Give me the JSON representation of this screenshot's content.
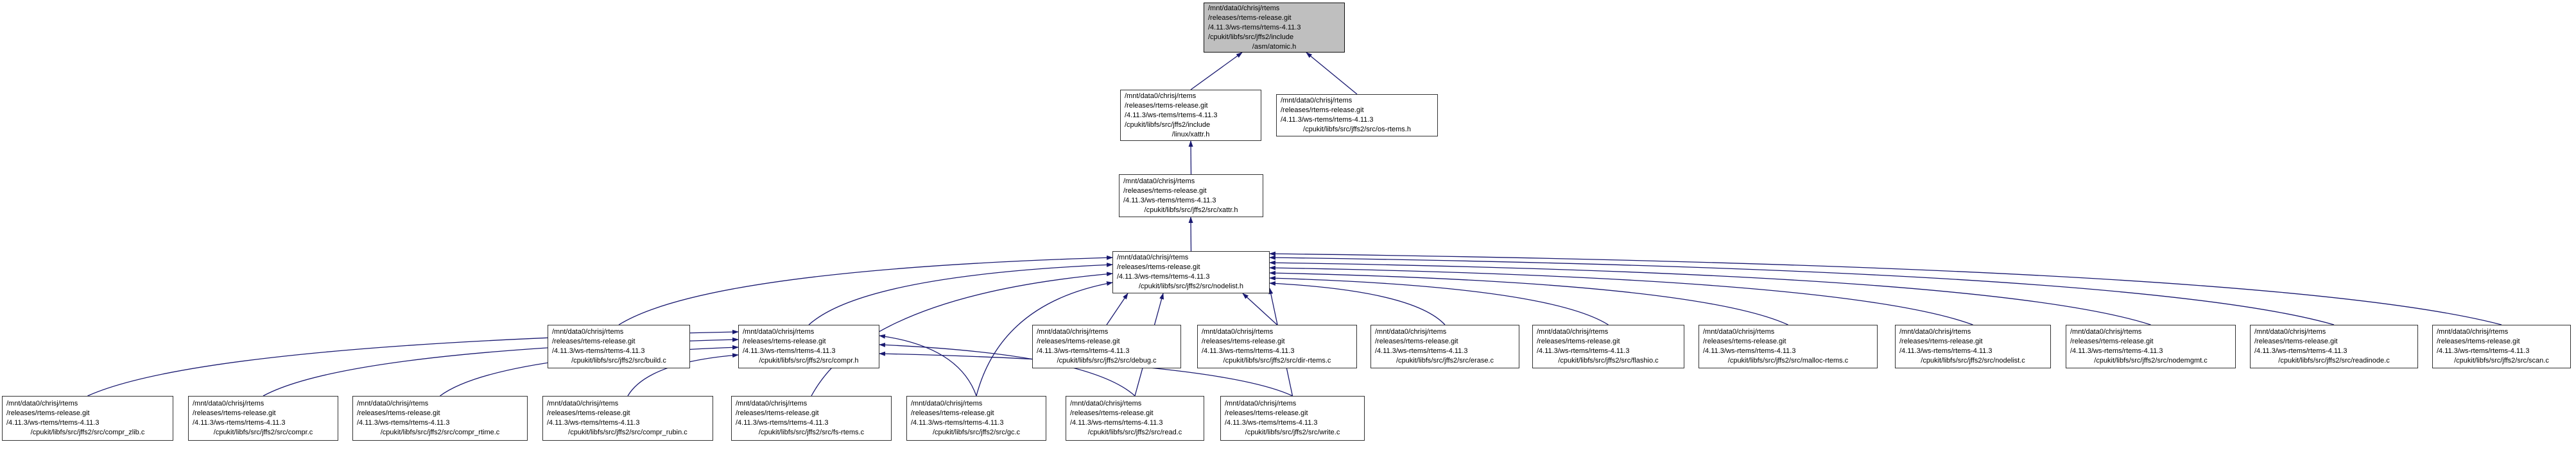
{
  "figure": {
    "kind": "include-dependency-graph",
    "root_file": "/asm/atomic.h"
  },
  "colors": {
    "background": "#ffffff",
    "edge": "#191970",
    "node_fill": "#ffffff",
    "node_border": "#333333",
    "highlight_fill": "#bfbfbf",
    "text": "#000000"
  },
  "graph": {
    "nodes": [
      {
        "id": "atomic_h",
        "highlighted": true,
        "lines": [
          "/mnt/data0/chrisj/rtems",
          "/releases/rtems-release.git",
          "/4.11.3/ws-rtems/rtems-4.11.3",
          "/cpukit/libfs/src/jffs2/include",
          "/asm/atomic.h"
        ]
      },
      {
        "id": "linux_xattr_h",
        "highlighted": false,
        "lines": [
          "/mnt/data0/chrisj/rtems",
          "/releases/rtems-release.git",
          "/4.11.3/ws-rtems/rtems-4.11.3",
          "/cpukit/libfs/src/jffs2/include",
          "/linux/xattr.h"
        ]
      },
      {
        "id": "os_rtems_h",
        "highlighted": false,
        "lines": [
          "/mnt/data0/chrisj/rtems",
          "/releases/rtems-release.git",
          "/4.11.3/ws-rtems/rtems-4.11.3",
          "/cpukit/libfs/src/jffs2/src/os-rtems.h"
        ]
      },
      {
        "id": "src_xattr_h",
        "highlighted": false,
        "lines": [
          "/mnt/data0/chrisj/rtems",
          "/releases/rtems-release.git",
          "/4.11.3/ws-rtems/rtems-4.11.3",
          "/cpukit/libfs/src/jffs2/src/xattr.h"
        ]
      },
      {
        "id": "nodelist_h",
        "highlighted": false,
        "lines": [
          "/mnt/data0/chrisj/rtems",
          "/releases/rtems-release.git",
          "/4.11.3/ws-rtems/rtems-4.11.3",
          "/cpukit/libfs/src/jffs2/src/nodelist.h"
        ]
      },
      {
        "id": "build_c",
        "highlighted": false,
        "lines": [
          "/mnt/data0/chrisj/rtems",
          "/releases/rtems-release.git",
          "/4.11.3/ws-rtems/rtems-4.11.3",
          "/cpukit/libfs/src/jffs2/src/build.c"
        ]
      },
      {
        "id": "compr_h",
        "highlighted": false,
        "lines": [
          "/mnt/data0/chrisj/rtems",
          "/releases/rtems-release.git",
          "/4.11.3/ws-rtems/rtems-4.11.3",
          "/cpukit/libfs/src/jffs2/src/compr.h"
        ]
      },
      {
        "id": "debug_c",
        "highlighted": false,
        "lines": [
          "/mnt/data0/chrisj/rtems",
          "/releases/rtems-release.git",
          "/4.11.3/ws-rtems/rtems-4.11.3",
          "/cpukit/libfs/src/jffs2/src/debug.c"
        ]
      },
      {
        "id": "dir_rtems_c",
        "highlighted": false,
        "lines": [
          "/mnt/data0/chrisj/rtems",
          "/releases/rtems-release.git",
          "/4.11.3/ws-rtems/rtems-4.11.3",
          "/cpukit/libfs/src/jffs2/src/dir-rtems.c"
        ]
      },
      {
        "id": "erase_c",
        "highlighted": false,
        "lines": [
          "/mnt/data0/chrisj/rtems",
          "/releases/rtems-release.git",
          "/4.11.3/ws-rtems/rtems-4.11.3",
          "/cpukit/libfs/src/jffs2/src/erase.c"
        ]
      },
      {
        "id": "flashio_c",
        "highlighted": false,
        "lines": [
          "/mnt/data0/chrisj/rtems",
          "/releases/rtems-release.git",
          "/4.11.3/ws-rtems/rtems-4.11.3",
          "/cpukit/libfs/src/jffs2/src/flashio.c"
        ]
      },
      {
        "id": "malloc_rtems_c",
        "highlighted": false,
        "lines": [
          "/mnt/data0/chrisj/rtems",
          "/releases/rtems-release.git",
          "/4.11.3/ws-rtems/rtems-4.11.3",
          "/cpukit/libfs/src/jffs2/src/malloc-rtems.c"
        ]
      },
      {
        "id": "nodelist_c",
        "highlighted": false,
        "lines": [
          "/mnt/data0/chrisj/rtems",
          "/releases/rtems-release.git",
          "/4.11.3/ws-rtems/rtems-4.11.3",
          "/cpukit/libfs/src/jffs2/src/nodelist.c"
        ]
      },
      {
        "id": "nodemgmt_c",
        "highlighted": false,
        "lines": [
          "/mnt/data0/chrisj/rtems",
          "/releases/rtems-release.git",
          "/4.11.3/ws-rtems/rtems-4.11.3",
          "/cpukit/libfs/src/jffs2/src/nodemgmt.c"
        ]
      },
      {
        "id": "readinode_c",
        "highlighted": false,
        "lines": [
          "/mnt/data0/chrisj/rtems",
          "/releases/rtems-release.git",
          "/4.11.3/ws-rtems/rtems-4.11.3",
          "/cpukit/libfs/src/jffs2/src/readinode.c"
        ]
      },
      {
        "id": "scan_c",
        "highlighted": false,
        "lines": [
          "/mnt/data0/chrisj/rtems",
          "/releases/rtems-release.git",
          "/4.11.3/ws-rtems/rtems-4.11.3",
          "/cpukit/libfs/src/jffs2/src/scan.c"
        ]
      },
      {
        "id": "compr_zlib_c",
        "highlighted": false,
        "lines": [
          "/mnt/data0/chrisj/rtems",
          "/releases/rtems-release.git",
          "/4.11.3/ws-rtems/rtems-4.11.3",
          "/cpukit/libfs/src/jffs2/src/compr_zlib.c"
        ]
      },
      {
        "id": "compr_c",
        "highlighted": false,
        "lines": [
          "/mnt/data0/chrisj/rtems",
          "/releases/rtems-release.git",
          "/4.11.3/ws-rtems/rtems-4.11.3",
          "/cpukit/libfs/src/jffs2/src/compr.c"
        ]
      },
      {
        "id": "compr_rtime_c",
        "highlighted": false,
        "lines": [
          "/mnt/data0/chrisj/rtems",
          "/releases/rtems-release.git",
          "/4.11.3/ws-rtems/rtems-4.11.3",
          "/cpukit/libfs/src/jffs2/src/compr_rtime.c"
        ]
      },
      {
        "id": "compr_rubin_c",
        "highlighted": false,
        "lines": [
          "/mnt/data0/chrisj/rtems",
          "/releases/rtems-release.git",
          "/4.11.3/ws-rtems/rtems-4.11.3",
          "/cpukit/libfs/src/jffs2/src/compr_rubin.c"
        ]
      },
      {
        "id": "fs_rtems_c",
        "highlighted": false,
        "lines": [
          "/mnt/data0/chrisj/rtems",
          "/releases/rtems-release.git",
          "/4.11.3/ws-rtems/rtems-4.11.3",
          "/cpukit/libfs/src/jffs2/src/fs-rtems.c"
        ]
      },
      {
        "id": "gc_c",
        "highlighted": false,
        "lines": [
          "/mnt/data0/chrisj/rtems",
          "/releases/rtems-release.git",
          "/4.11.3/ws-rtems/rtems-4.11.3",
          "/cpukit/libfs/src/jffs2/src/gc.c"
        ]
      },
      {
        "id": "read_c",
        "highlighted": false,
        "lines": [
          "/mnt/data0/chrisj/rtems",
          "/releases/rtems-release.git",
          "/4.11.3/ws-rtems/rtems-4.11.3",
          "/cpukit/libfs/src/jffs2/src/read.c"
        ]
      },
      {
        "id": "write_c",
        "highlighted": false,
        "lines": [
          "/mnt/data0/chrisj/rtems",
          "/releases/rtems-release.git",
          "/4.11.3/ws-rtems/rtems-4.11.3",
          "/cpukit/libfs/src/jffs2/src/write.c"
        ]
      }
    ],
    "edges": [
      {
        "from": "linux_xattr_h",
        "to": "atomic_h"
      },
      {
        "from": "os_rtems_h",
        "to": "atomic_h"
      },
      {
        "from": "src_xattr_h",
        "to": "linux_xattr_h"
      },
      {
        "from": "nodelist_h",
        "to": "src_xattr_h"
      },
      {
        "from": "build_c",
        "to": "nodelist_h"
      },
      {
        "from": "compr_h",
        "to": "nodelist_h"
      },
      {
        "from": "debug_c",
        "to": "nodelist_h"
      },
      {
        "from": "dir_rtems_c",
        "to": "nodelist_h"
      },
      {
        "from": "erase_c",
        "to": "nodelist_h"
      },
      {
        "from": "flashio_c",
        "to": "nodelist_h"
      },
      {
        "from": "malloc_rtems_c",
        "to": "nodelist_h"
      },
      {
        "from": "nodelist_c",
        "to": "nodelist_h"
      },
      {
        "from": "nodemgmt_c",
        "to": "nodelist_h"
      },
      {
        "from": "readinode_c",
        "to": "nodelist_h"
      },
      {
        "from": "scan_c",
        "to": "nodelist_h"
      },
      {
        "from": "fs_rtems_c",
        "to": "nodelist_h"
      },
      {
        "from": "gc_c",
        "to": "nodelist_h"
      },
      {
        "from": "read_c",
        "to": "nodelist_h"
      },
      {
        "from": "write_c",
        "to": "nodelist_h"
      },
      {
        "from": "compr_zlib_c",
        "to": "compr_h"
      },
      {
        "from": "compr_c",
        "to": "compr_h"
      },
      {
        "from": "compr_rtime_c",
        "to": "compr_h"
      },
      {
        "from": "compr_rubin_c",
        "to": "compr_h"
      },
      {
        "from": "gc_c",
        "to": "compr_h"
      },
      {
        "from": "read_c",
        "to": "compr_h"
      },
      {
        "from": "write_c",
        "to": "compr_h"
      }
    ]
  }
}
